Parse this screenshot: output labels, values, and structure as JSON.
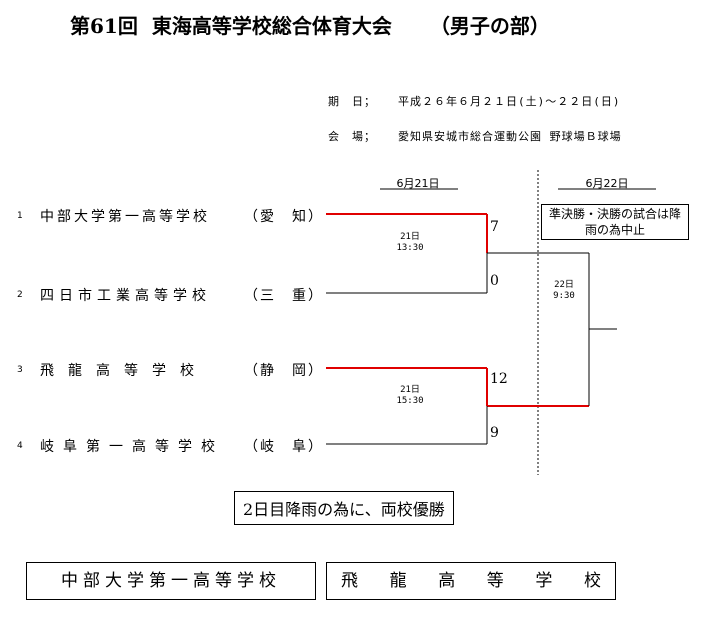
{
  "title": {
    "edition": "第61回",
    "name": "東海高等学校総合体育大会",
    "division": "（男子の部）"
  },
  "info": {
    "date_label": "期　日；",
    "date_value": "平成２６年６月２１日(土)～２２日(日)",
    "venue_label": "会　場；",
    "venue_value": "愛知県安城市総合運動公園 野球場Ｂ球場"
  },
  "days": [
    "6月21日",
    "6月22日"
  ],
  "teams": [
    {
      "no": "1",
      "name": "中部大学第一高等学校",
      "pref": "（愛　知）"
    },
    {
      "no": "2",
      "name": "四日市工業高等学校",
      "pref": "（三　重）"
    },
    {
      "no": "3",
      "name": "飛　龍　高　等　学　校",
      "pref": "（静　岡）"
    },
    {
      "no": "4",
      "name": "岐阜第一高等学校",
      "pref": "（岐　阜）"
    }
  ],
  "matches": [
    {
      "date": "21日",
      "time": "13:30",
      "scores": [
        "7",
        "0"
      ]
    },
    {
      "date": "21日",
      "time": "15:30",
      "scores": [
        "12",
        "9"
      ]
    }
  ],
  "final": {
    "date": "22日",
    "time": "9:30"
  },
  "rain_note": "準決勝・決勝の試合は降雨の為中止",
  "result": "2日目降雨の為に、両校優勝",
  "champions": [
    "中部大学第一高等学校",
    "飛　龍　高　等　学　校"
  ],
  "colors": {
    "winner_line": "#e00000",
    "line": "#000000"
  }
}
